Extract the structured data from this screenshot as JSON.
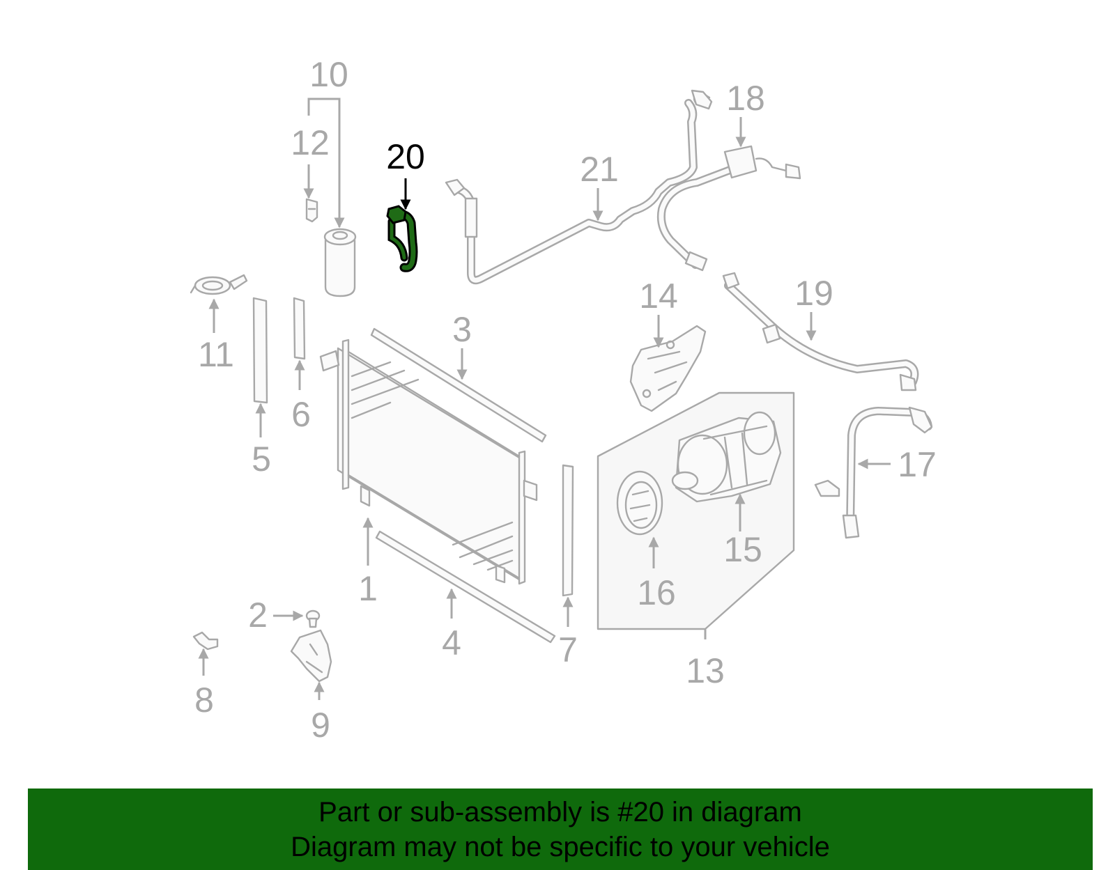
{
  "colors": {
    "part_line": "#a8a8a8",
    "callout_text": "#a8a8a8",
    "highlight_text": "#000000",
    "highlight_part": "#1f6b16",
    "banner_bg": "#0f6a0c",
    "banner_text": "#000000"
  },
  "highlighted_part": "20",
  "callouts": [
    {
      "id": "1",
      "label": "1"
    },
    {
      "id": "2",
      "label": "2"
    },
    {
      "id": "3",
      "label": "3"
    },
    {
      "id": "4",
      "label": "4"
    },
    {
      "id": "5",
      "label": "5"
    },
    {
      "id": "6",
      "label": "6"
    },
    {
      "id": "7",
      "label": "7"
    },
    {
      "id": "8",
      "label": "8"
    },
    {
      "id": "9",
      "label": "9"
    },
    {
      "id": "10",
      "label": "10"
    },
    {
      "id": "11",
      "label": "11"
    },
    {
      "id": "12",
      "label": "12"
    },
    {
      "id": "13",
      "label": "13"
    },
    {
      "id": "14",
      "label": "14"
    },
    {
      "id": "15",
      "label": "15"
    },
    {
      "id": "16",
      "label": "16"
    },
    {
      "id": "17",
      "label": "17"
    },
    {
      "id": "18",
      "label": "18"
    },
    {
      "id": "19",
      "label": "19"
    },
    {
      "id": "20",
      "label": "20"
    },
    {
      "id": "21",
      "label": "21"
    }
  ],
  "banner": {
    "line1": "Part or sub-assembly is #20 in diagram",
    "line2": "Diagram may not be specific to your vehicle"
  }
}
